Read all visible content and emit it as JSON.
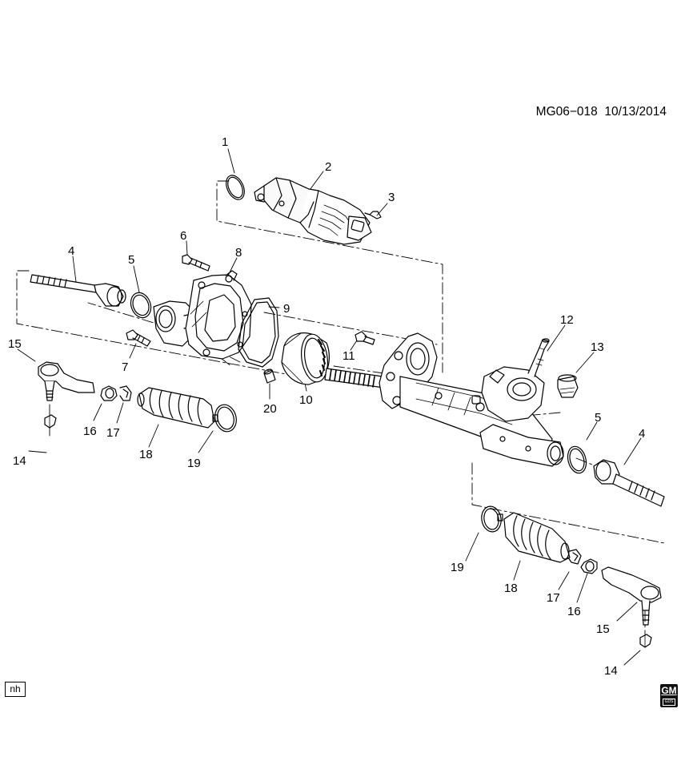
{
  "header": {
    "doc_id": "MG06−018",
    "date": "10/13/2014"
  },
  "footer": {
    "corner_tag": "nh",
    "brand_logo": "GM",
    "brand_logo_sub": "GDS"
  },
  "callouts": [
    {
      "id": "c1",
      "label": "1"
    },
    {
      "id": "c2",
      "label": "2"
    },
    {
      "id": "c3",
      "label": "3"
    },
    {
      "id": "c4a",
      "label": "4"
    },
    {
      "id": "c5a",
      "label": "5"
    },
    {
      "id": "c6",
      "label": "6"
    },
    {
      "id": "c7",
      "label": "7"
    },
    {
      "id": "c8",
      "label": "8"
    },
    {
      "id": "c9",
      "label": "9"
    },
    {
      "id": "c10",
      "label": "10"
    },
    {
      "id": "c11",
      "label": "11"
    },
    {
      "id": "c12",
      "label": "12"
    },
    {
      "id": "c13",
      "label": "13"
    },
    {
      "id": "c14a",
      "label": "14"
    },
    {
      "id": "c15a",
      "label": "15"
    },
    {
      "id": "c16a",
      "label": "16"
    },
    {
      "id": "c17a",
      "label": "17"
    },
    {
      "id": "c18a",
      "label": "18"
    },
    {
      "id": "c19a",
      "label": "19"
    },
    {
      "id": "c20",
      "label": "20"
    },
    {
      "id": "c5b",
      "label": "5"
    },
    {
      "id": "c4b",
      "label": "4"
    },
    {
      "id": "c19b",
      "label": "19"
    },
    {
      "id": "c18b",
      "label": "18"
    },
    {
      "id": "c17b",
      "label": "17"
    },
    {
      "id": "c16b",
      "label": "16"
    },
    {
      "id": "c15b",
      "label": "15"
    },
    {
      "id": "c14b",
      "label": "14"
    }
  ],
  "parts": [
    {
      "name": "o-ring-1",
      "icon": "o-ring"
    },
    {
      "name": "electric-motor",
      "icon": "motor"
    },
    {
      "name": "bolt-3",
      "icon": "bolt"
    },
    {
      "name": "inner-tie-rod",
      "icon": "tie-rod"
    },
    {
      "name": "seal-ring-5",
      "icon": "o-ring"
    },
    {
      "name": "bolt-6",
      "icon": "bolt"
    },
    {
      "name": "bolt-7",
      "icon": "bolt"
    },
    {
      "name": "gear-housing-cover",
      "icon": "housing"
    },
    {
      "name": "gasket-9",
      "icon": "gasket"
    },
    {
      "name": "bearing-sleeve-10",
      "icon": "sleeve"
    },
    {
      "name": "bolt-11",
      "icon": "bolt"
    },
    {
      "name": "steering-gear-12",
      "icon": "rack"
    },
    {
      "name": "bushing-13",
      "icon": "bushing"
    },
    {
      "name": "nut-14",
      "icon": "nut"
    },
    {
      "name": "outer-tie-rod-end-15",
      "icon": "tie-rod-end"
    },
    {
      "name": "jam-nut-16",
      "icon": "nut"
    },
    {
      "name": "clamp-17",
      "icon": "clamp"
    },
    {
      "name": "boot-18",
      "icon": "boot"
    },
    {
      "name": "clamp-19",
      "icon": "clamp"
    },
    {
      "name": "pin-20",
      "icon": "pin"
    }
  ]
}
